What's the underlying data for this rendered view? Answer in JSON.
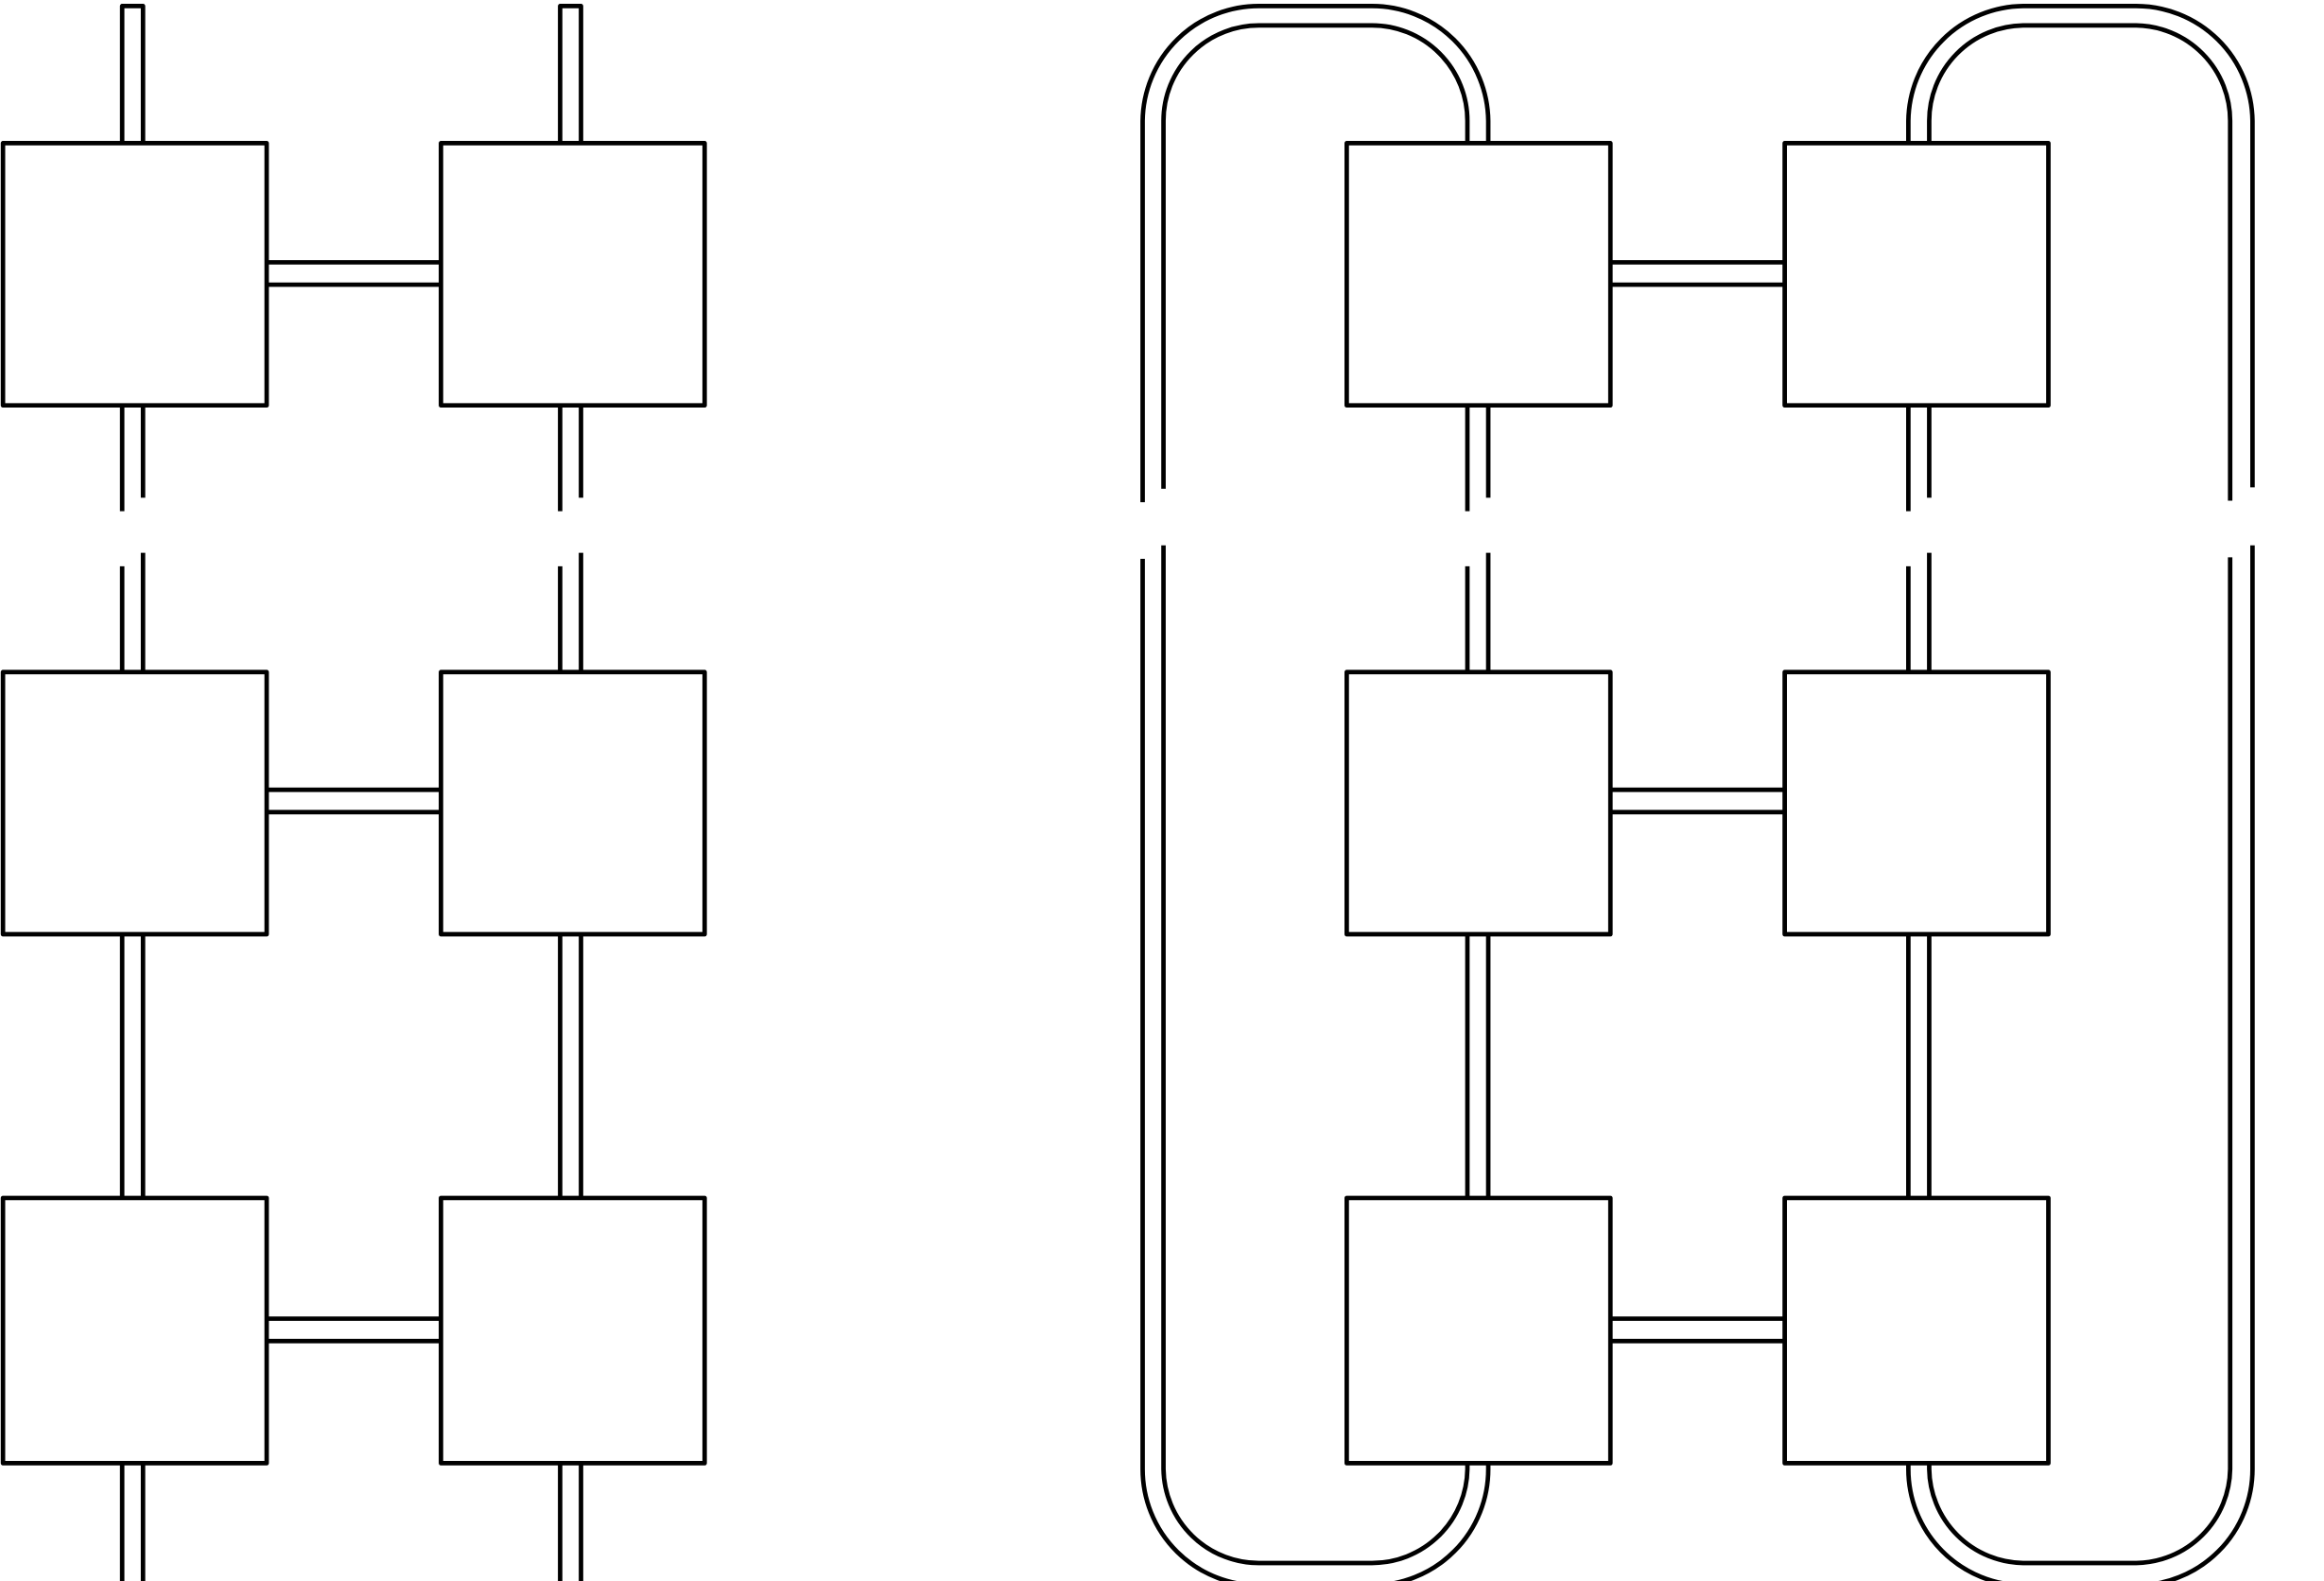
{
  "diagram": {
    "left_grid": {
      "rows": 3,
      "cols": 2,
      "boundary": "open-ends-capped"
    },
    "right_grid": {
      "rows": 3,
      "cols": 2,
      "boundary": "looped"
    },
    "stroke_color": "#000000",
    "background": "#ffffff"
  }
}
